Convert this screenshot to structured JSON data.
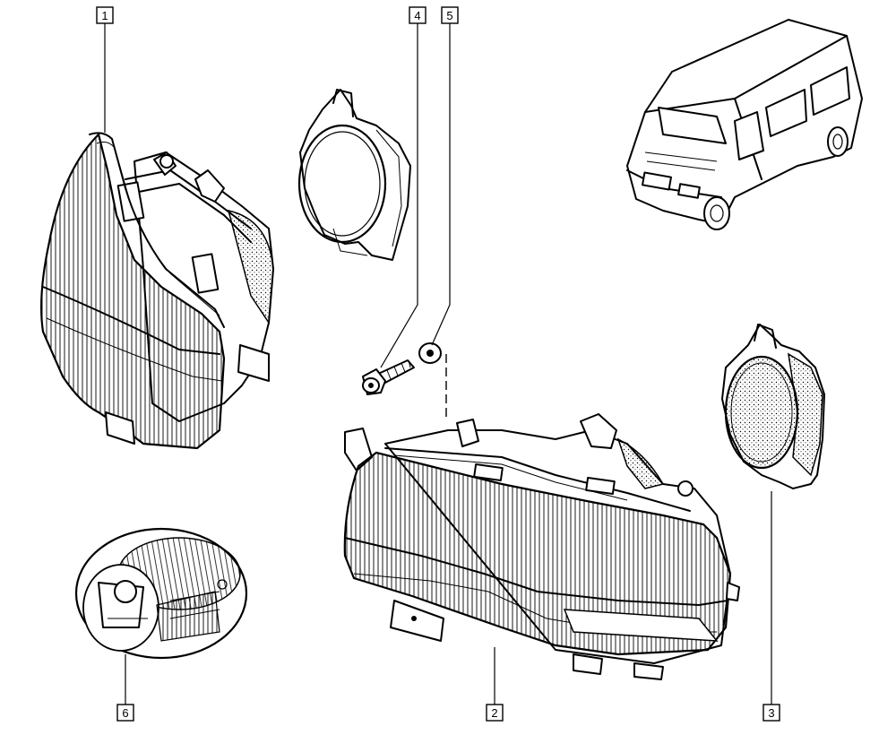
{
  "callouts": [
    {
      "label": "1"
    },
    {
      "label": "4"
    },
    {
      "label": "5"
    },
    {
      "label": "6"
    },
    {
      "label": "2"
    },
    {
      "label": "3"
    }
  ]
}
